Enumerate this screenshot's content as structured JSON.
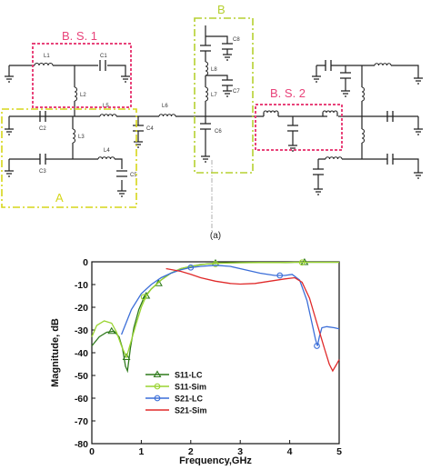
{
  "figure": {
    "caption": "(a)",
    "colors": {
      "bs_box": "#e8437a",
      "a_box": "#d6d61a",
      "b_box": "#b6d030",
      "wire": "#222222"
    },
    "circuit": {
      "block_labels": {
        "bs1": "B. S. 1",
        "bs2": "B. S. 2",
        "a": "A",
        "b": "B"
      },
      "components": [
        "L1",
        "C1",
        "L2",
        "L3",
        "C2",
        "L5",
        "L6",
        "C4",
        "C3",
        "L4",
        "C5",
        "C8",
        "L8",
        "C7",
        "L7",
        "C6"
      ]
    }
  },
  "chart_data": {
    "type": "line",
    "xlabel": "Frequency,GHz",
    "ylabel": "Magnitude, dB",
    "xlim": [
      0,
      5
    ],
    "ylim": [
      -80,
      0
    ],
    "xticks": [
      0,
      1,
      2,
      3,
      4,
      5
    ],
    "yticks": [
      0,
      -10,
      -20,
      -30,
      -40,
      -50,
      -60,
      -70,
      -80
    ],
    "grid": false,
    "legend_position": "lower-left",
    "series": [
      {
        "name": "S11-LC",
        "color": "#2f7a1c",
        "marker": "triangle",
        "x": [
          0,
          0.15,
          0.3,
          0.45,
          0.55,
          0.62,
          0.68,
          0.72,
          0.78,
          0.85,
          0.95,
          1.05,
          1.2,
          1.4,
          1.6,
          1.8,
          2.0,
          2.2,
          2.5,
          2.8,
          3.2,
          3.6,
          3.9,
          4.1,
          4.3,
          4.5,
          4.8,
          5.0
        ],
        "y": [
          -37,
          -33,
          -31,
          -30.5,
          -33,
          -38,
          -46,
          -48,
          -38,
          -29,
          -21,
          -16,
          -12,
          -8,
          -5,
          -3,
          -2,
          -1.2,
          -0.6,
          -0.4,
          -0.3,
          -0.3,
          -0.3,
          -0.2,
          -0.2,
          -0.2,
          -0.2,
          -0.2
        ],
        "marker_x": [
          0.4,
          0.7,
          1.1,
          1.35,
          2.5,
          4.3
        ],
        "marker_y": [
          -30.5,
          -42,
          -15,
          -9.5,
          -0.6,
          -0.2
        ]
      },
      {
        "name": "S11-Sim",
        "color": "#9ad431",
        "marker": "circle",
        "x": [
          0,
          0.1,
          0.25,
          0.4,
          0.5,
          0.6,
          0.7,
          0.78,
          0.9,
          1.0,
          1.1,
          1.2,
          1.4,
          1.6,
          1.8,
          2.0,
          2.3,
          2.6,
          3.0,
          3.4,
          3.8,
          4.1,
          4.3,
          4.6,
          5.0
        ],
        "y": [
          -33,
          -28,
          -26,
          -27,
          -31,
          -37,
          -42,
          -36,
          -27,
          -20,
          -15,
          -12,
          -8,
          -5,
          -3,
          -2,
          -1,
          -0.6,
          -0.4,
          -0.3,
          -0.3,
          -0.2,
          -0.2,
          -0.2,
          -0.2
        ],
        "marker_x": [
          1.05,
          2.5,
          4.25
        ],
        "marker_y": [
          -15.5,
          -1,
          -0.3
        ]
      },
      {
        "name": "S21-LC",
        "color": "#3b6ed8",
        "marker": "circle",
        "x": [
          0.6,
          0.8,
          1.0,
          1.2,
          1.4,
          1.6,
          1.8,
          2.0,
          2.2,
          2.5,
          2.8,
          3.1,
          3.4,
          3.7,
          3.9,
          4.05,
          4.2,
          4.35,
          4.45,
          4.52,
          4.56,
          4.6,
          4.65,
          4.75,
          4.9,
          5.0
        ],
        "y": [
          -32,
          -21,
          -14,
          -10,
          -7,
          -5,
          -3.5,
          -2.5,
          -2,
          -1.5,
          -2,
          -3.5,
          -5,
          -6,
          -6,
          -5.5,
          -8,
          -17,
          -27,
          -34,
          -37,
          -33,
          -29,
          -28.5,
          -29,
          -29.5
        ],
        "marker_x": [
          2.0,
          3.8,
          4.55
        ],
        "marker_y": [
          -2.5,
          -6,
          -37
        ]
      },
      {
        "name": "S21-Sim",
        "color": "#e02a2a",
        "marker": "none",
        "x": [
          1.5,
          1.8,
          2.0,
          2.2,
          2.5,
          2.8,
          3.0,
          3.3,
          3.6,
          3.9,
          4.1,
          4.25,
          4.4,
          4.55,
          4.7,
          4.8,
          4.87,
          4.95,
          5.0
        ],
        "y": [
          -3,
          -4.2,
          -5.5,
          -7,
          -8.5,
          -9.5,
          -9.8,
          -9.5,
          -8.5,
          -7.5,
          -7,
          -9,
          -16,
          -27,
          -38,
          -45,
          -48,
          -45,
          -43
        ]
      }
    ]
  }
}
